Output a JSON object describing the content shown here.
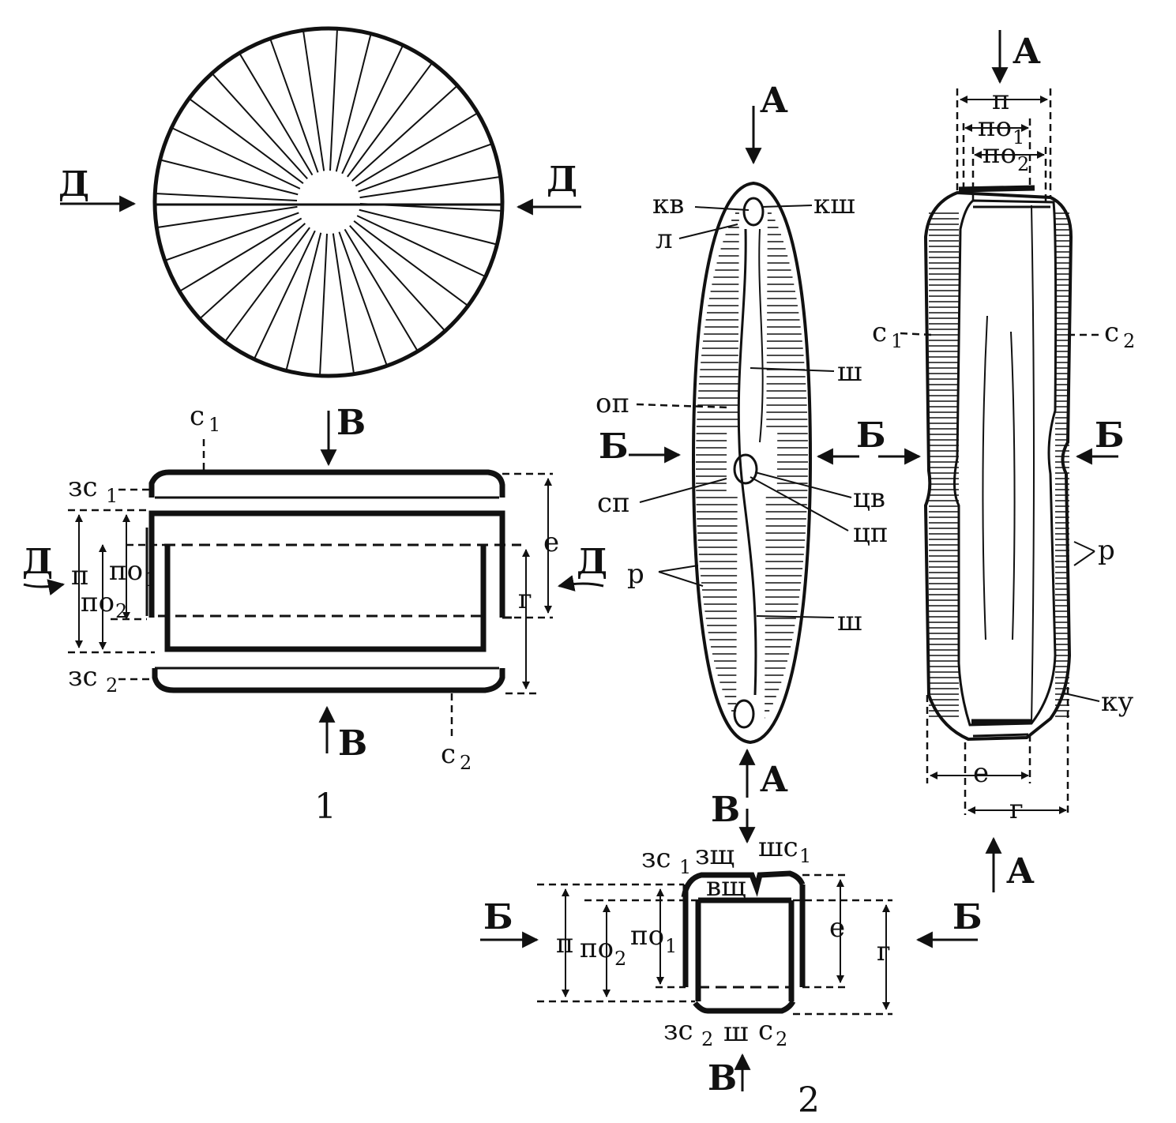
{
  "labels": {
    "A": "А",
    "B": "Б",
    "V": "В",
    "D": "Д",
    "e": "е",
    "g": "г",
    "p": "п",
    "po": "по",
    "zs": "зс",
    "s": "с",
    "r": "р",
    "sh": "ш",
    "shs": "шс",
    "zshch": "зщ",
    "vshch": "вщ",
    "kv": "кв",
    "ksh": "кш",
    "l": "л",
    "op": "оп",
    "sp": "сп",
    "tsv": "цв",
    "tsp": "цп",
    "ku": "ку"
  },
  "subscripts": {
    "one": "1",
    "two": "2"
  },
  "figure_numbers": {
    "fig1": "1",
    "fig2": "2"
  },
  "colors": {
    "ink": "#111111",
    "paper": "#ffffff"
  }
}
